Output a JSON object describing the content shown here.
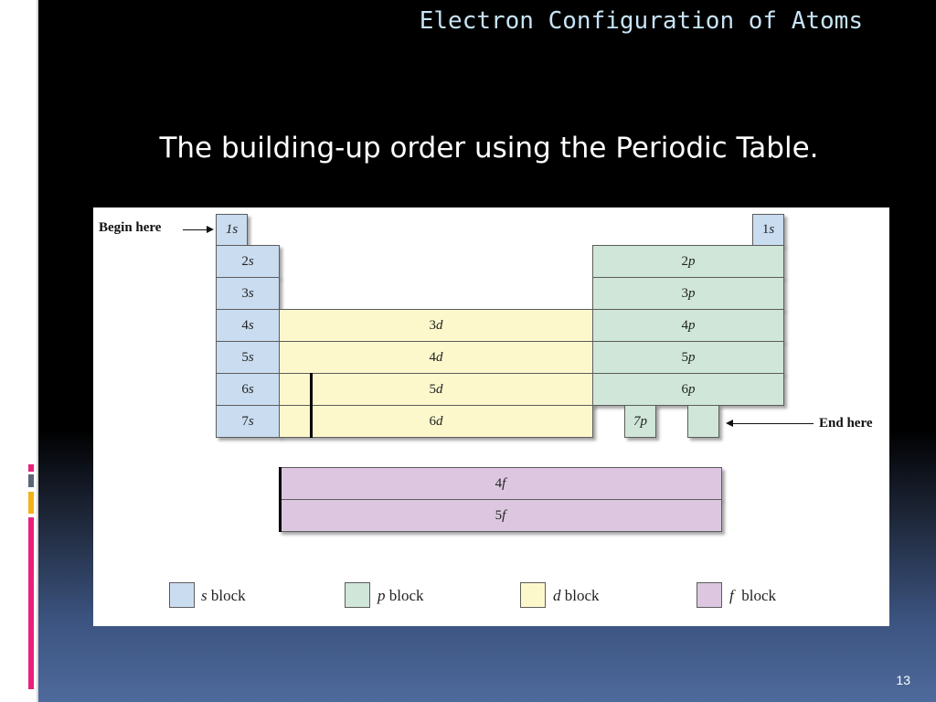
{
  "slide": {
    "title": "Electron Configuration of Atoms",
    "subtitle": "The building-up order using the Periodic Table.",
    "slide_number": "13"
  },
  "figure": {
    "begin_label": "Begin here",
    "end_label": "End here",
    "s_block": [
      "1s",
      "2s",
      "3s",
      "4s",
      "5s",
      "6s",
      "7s"
    ],
    "s_right": "1s",
    "p_block": [
      "2p",
      "3p",
      "4p",
      "5p",
      "6p"
    ],
    "p_last": "7p",
    "d_block": [
      "3d",
      "4d",
      "5d",
      "6d"
    ],
    "f_block": [
      "4f",
      "5f"
    ],
    "legend": [
      {
        "letter": "s",
        "text": "block",
        "color": "#cadcf0"
      },
      {
        "letter": "p",
        "text": "block",
        "color": "#cfe6d8"
      },
      {
        "letter": "d",
        "text": "block",
        "color": "#fdf8cc"
      },
      {
        "letter": "f",
        "text": "block",
        "color": "#dcc6e0"
      }
    ]
  },
  "colors": {
    "s_block": "#cadcf0",
    "p_block": "#cfe6d8",
    "d_block": "#fdf8cc",
    "f_block": "#dcc6e0",
    "title": "#c7e3f5"
  }
}
